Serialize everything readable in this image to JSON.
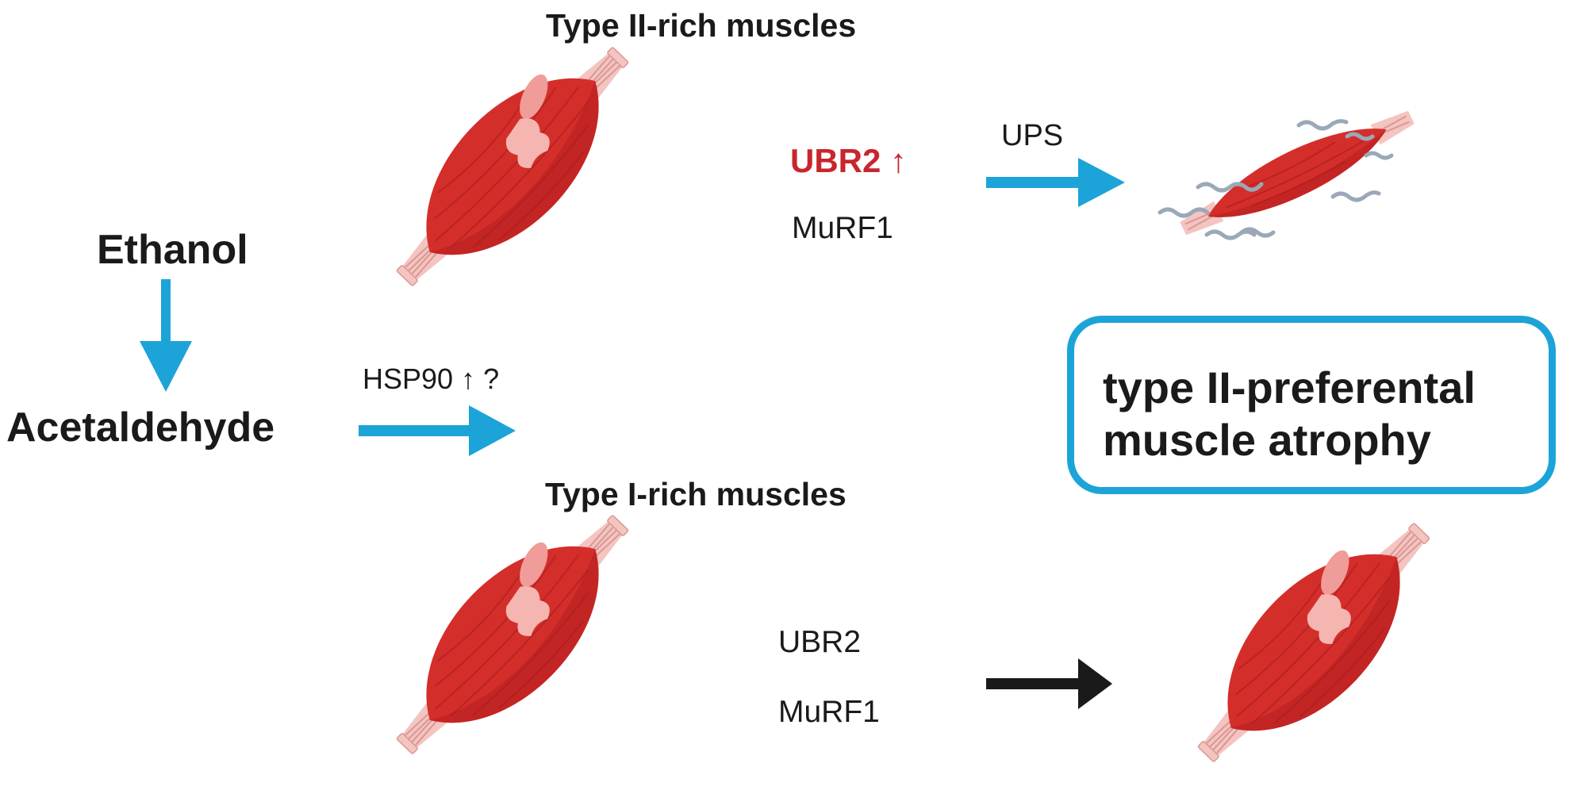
{
  "labels": {
    "ethanol": "Ethanol",
    "acetaldehyde": "Acetaldehyde",
    "hsp90": "HSP90 ↑ ?",
    "type2_title": "Type II-rich muscles",
    "type1_title": "Type I-rich muscles",
    "type2_ubr2": "UBR2 ↑",
    "type2_murf1": "MuRF1",
    "ups": "UPS",
    "type1_ubr2": "UBR2",
    "type1_murf1": "MuRF1"
  },
  "summary": {
    "line1": "type II-preferental",
    "line2": "muscle atrophy"
  },
  "colors": {
    "arrow_blue": "#1ca4d8",
    "arrow_black": "#1a1a1a",
    "highlight_red": "#c8262c",
    "muscle_red": "#d42e2b",
    "muscle_dark": "#b51f1f",
    "tendon_pink": "#f4c4c0",
    "box_border": "#1ca4d8",
    "wavy_gray": "#9aa8b8"
  },
  "icons": {
    "muscle": "muscle-icon",
    "atrophied_muscle": "atrophied-muscle-icon",
    "arrow": "arrow-icon"
  }
}
